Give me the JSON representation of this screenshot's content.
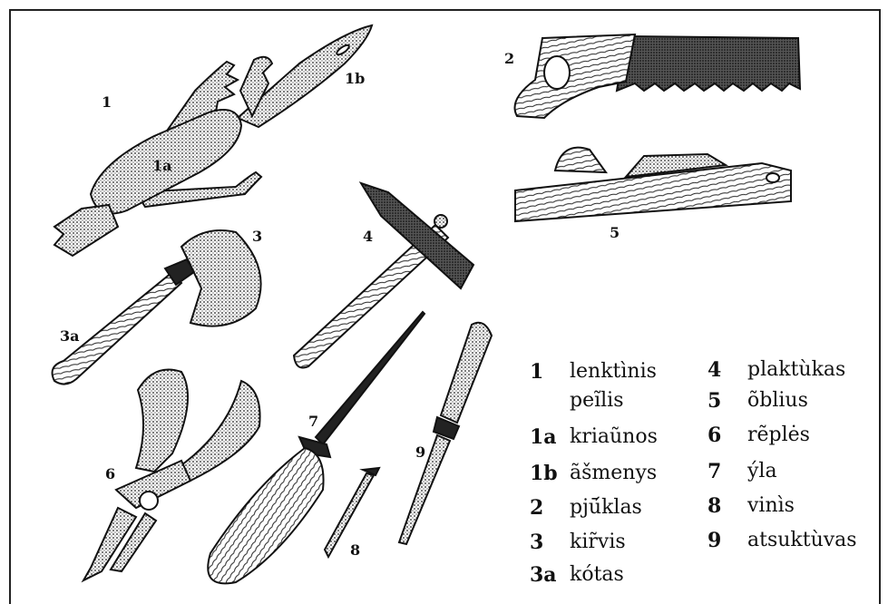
{
  "callouts": {
    "c1": "1",
    "c1a": "1a",
    "c1b": "1b",
    "c2": "2",
    "c3": "3",
    "c3a": "3a",
    "c4": "4",
    "c5": "5",
    "c6": "6",
    "c7": "7",
    "c8": "8",
    "c9": "9"
  },
  "legend": {
    "left": [
      {
        "key": "1",
        "text": "lenktìnis"
      },
      {
        "key": "",
        "text": "peĩlis"
      },
      {
        "key": "1a",
        "text": "kriaũnos"
      },
      {
        "key": "1b",
        "text": "ãšmenys"
      },
      {
        "key": "2",
        "text": "pjū́klas"
      },
      {
        "key": "3",
        "text": "kir̃vis"
      },
      {
        "key": "3a",
        "text": "kótas"
      }
    ],
    "right": [
      {
        "key": "4",
        "text": "plaktùkas"
      },
      {
        "key": "5",
        "text": "õblius"
      },
      {
        "key": "6",
        "text": "rẽplės"
      },
      {
        "key": "7",
        "text": "ýla"
      },
      {
        "key": "8",
        "text": "vinìs"
      },
      {
        "key": "9",
        "text": "atsuktùvas"
      }
    ]
  }
}
